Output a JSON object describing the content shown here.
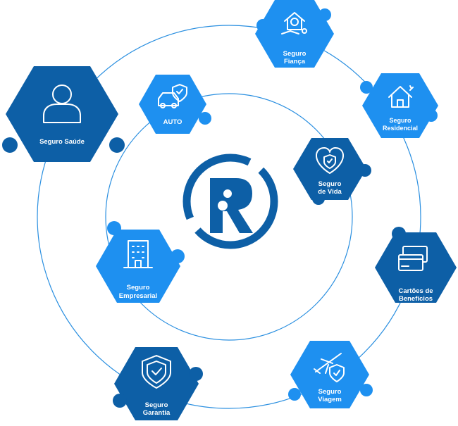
{
  "center_logo": {
    "letter": "R"
  },
  "nodes": [
    {
      "id": "fianca",
      "line1": "Seguro",
      "line2": "Fiança",
      "icon": "house-money-key-icon",
      "color": "#1e90f0"
    },
    {
      "id": "residencial",
      "line1": "Seguro",
      "line2": "Residencial",
      "icon": "house-icon",
      "color": "#1e90f0"
    },
    {
      "id": "vida",
      "line1": "Seguro",
      "line2": "de Vida",
      "icon": "heart-shield-icon",
      "color": "#0d5fa6"
    },
    {
      "id": "auto",
      "line1": "AUTO",
      "line2": "",
      "icon": "car-shield-icon",
      "color": "#1e90f0"
    },
    {
      "id": "saude",
      "line1": "Seguro Saúde",
      "line2": "",
      "icon": "person-icon",
      "color": "#0d5fa6"
    },
    {
      "id": "empresarial",
      "line1": "Seguro",
      "line2": "Empresarial",
      "icon": "building-icon",
      "color": "#1e90f0"
    },
    {
      "id": "cartoes",
      "line1": "Cartões de",
      "line2": "Benefícios",
      "icon": "credit-cards-icon",
      "color": "#0d5fa6"
    },
    {
      "id": "viagem",
      "line1": "Seguro",
      "line2": "Viagem",
      "icon": "airplane-shield-icon",
      "color": "#1e90f0"
    },
    {
      "id": "garantia",
      "line1": "Seguro",
      "line2": "Garantia",
      "icon": "shield-check-icon",
      "color": "#0d5fa6"
    }
  ]
}
